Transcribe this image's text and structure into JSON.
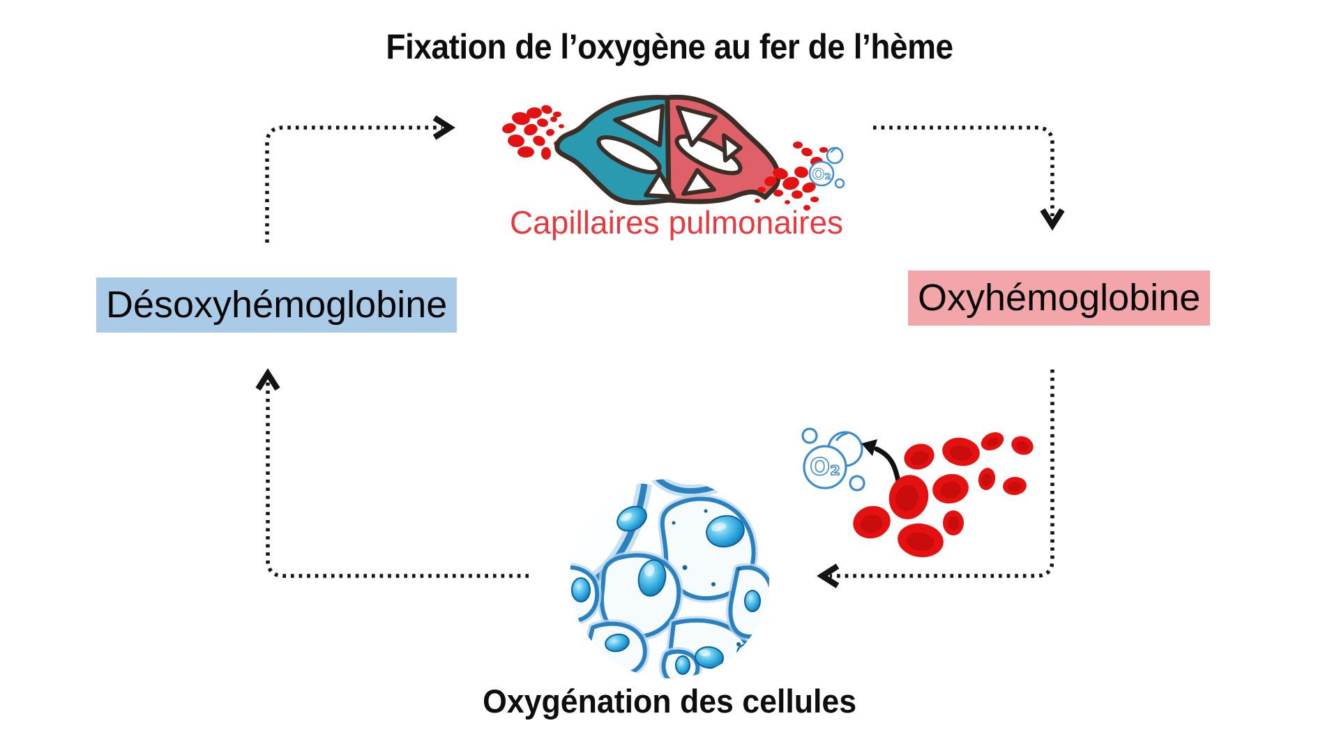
{
  "title": "Fixation de l’oxygène au fer de l’hème",
  "center_top": {
    "caption": "Capillaires pulmonaires",
    "illustration": "pulmonary-capillaries-illustration",
    "o2_label": "O₂"
  },
  "left_node": {
    "label": "Désoxyhémoglobine",
    "highlight": "#a9cbe7"
  },
  "right_node": {
    "label": "Oxyhémoglobine",
    "highlight": "#f2a6a9"
  },
  "right_middle": {
    "illustration": "red-blood-cells-releasing-o2",
    "o2_label": "O₂"
  },
  "bottom_node": {
    "label": "Oxygénation des cellules",
    "illustration": "cells-micrograph"
  },
  "colors": {
    "background": "#ffffff",
    "title_text": "#0d0d0d",
    "caption_red": "#e83a3e",
    "vessel_teal": "#2a9ab1",
    "vessel_red": "#e0606a",
    "vessel_outline": "#3a2e26",
    "blood_cell_red": "#e51111",
    "o2_bubble_blue": "#3f8fd2",
    "arrow_black": "#141414",
    "cell_membrane_blue": "#2b80c0"
  },
  "arrows": [
    {
      "name": "desoxyhemoglobine-to-capillaires",
      "style": "dotted",
      "direction": "up-then-right"
    },
    {
      "name": "capillaires-to-oxyhemoglobine",
      "style": "dotted",
      "direction": "right-then-down"
    },
    {
      "name": "oxyhemoglobine-to-cellules",
      "style": "dotted",
      "direction": "down-then-left"
    },
    {
      "name": "cellules-to-desoxyhemoglobine",
      "style": "dotted",
      "direction": "left-then-up"
    }
  ]
}
